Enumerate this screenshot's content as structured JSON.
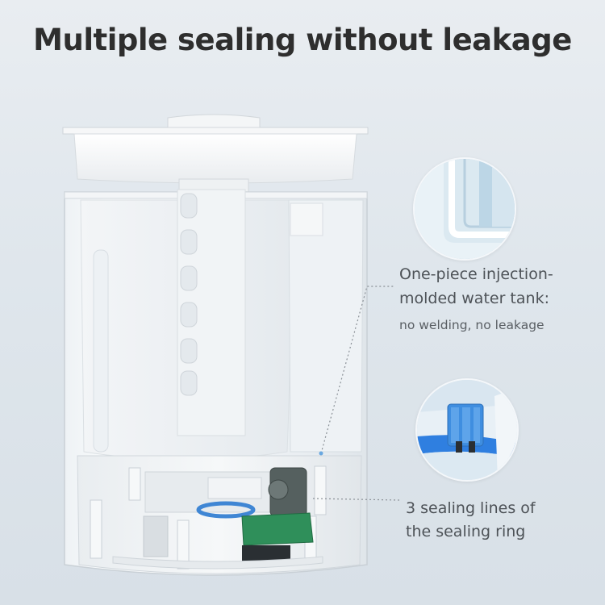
{
  "headline": "Multiple sealing without leakage",
  "callouts": [
    {
      "line1": "One-piece injection-",
      "line2": "molded water tank:",
      "detail": "no welding, no leakage"
    },
    {
      "line1": "3 sealing lines of",
      "line2": "the sealing ring"
    }
  ],
  "colors": {
    "background": "#e3e9ee",
    "title": "#2e2e2e",
    "caption": "#4d5257",
    "seal_blue": "#3f86d4",
    "board_green": "#2f8f5a"
  },
  "icons": [
    "tank-closeup-image",
    "sealing-ring-closeup-image"
  ]
}
